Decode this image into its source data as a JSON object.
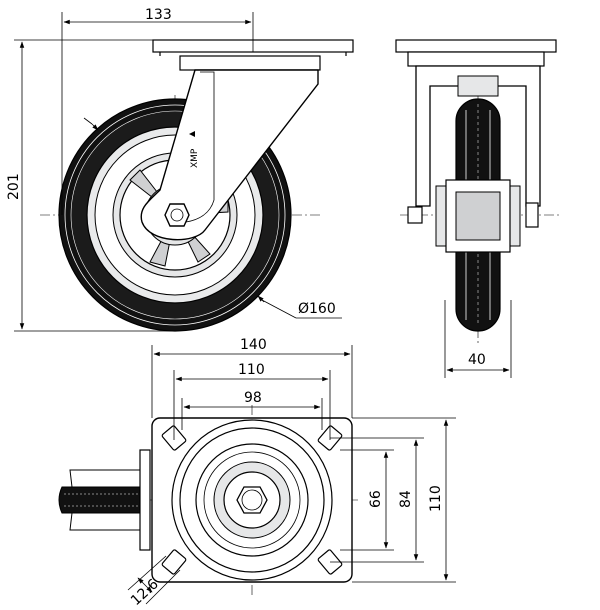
{
  "drawing": {
    "brand_mark": "XMP",
    "dimensions": {
      "offset_width": "133",
      "overall_height": "201",
      "wheel_diameter": "Ø160",
      "wheel_width": "40",
      "plate_length": "140",
      "hole_spacing_long": "110",
      "hole_spacing_short": "98",
      "plate_width": "110",
      "hole_spacing_vertical_outer": "84",
      "hole_spacing_vertical_inner": "66",
      "bolt_hole": "12.6"
    }
  }
}
